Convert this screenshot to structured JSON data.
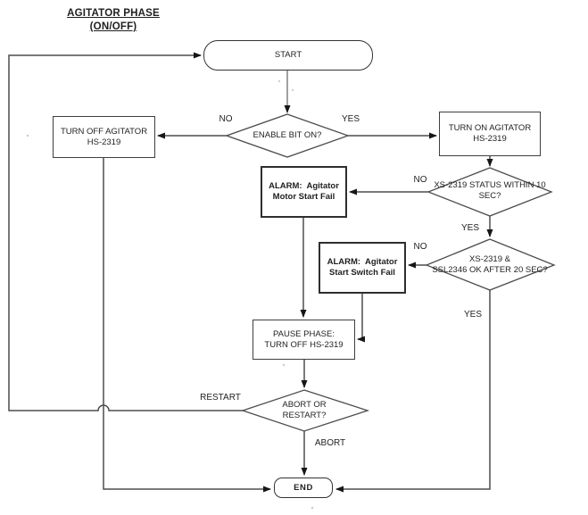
{
  "title": {
    "line1": "AGITATOR PHASE",
    "line2": "(ON/OFF)"
  },
  "nodes": {
    "start": {
      "label": "START"
    },
    "turn_off_agitator": {
      "line1": "TURN OFF AGITATOR",
      "line2": "HS-2319"
    },
    "turn_on_agitator": {
      "line1": "TURN ON AGITATOR",
      "line2": "HS-2319"
    },
    "enable_decision": {
      "label": "ENABLE BIT ON?"
    },
    "status_decision": {
      "line1": "XS-2319 STATUS WITHIN 10",
      "line2": "SEC?"
    },
    "ok_decision": {
      "line1": "XS-2319 &",
      "line2": "SSL2346 OK AFTER 20 SEC?"
    },
    "alarm_motor": {
      "line1": "ALARM:  Agitator",
      "line2": "Motor Start Fail"
    },
    "alarm_switch": {
      "line1": "ALARM:  Agitator",
      "line2": "Start Switch Fail"
    },
    "pause_phase": {
      "line1": "PAUSE PHASE:",
      "line2": "TURN OFF HS-2319"
    },
    "abort_decision": {
      "line1": "ABORT OR",
      "line2": "RESTART?"
    },
    "end": {
      "label": "END"
    }
  },
  "edge_labels": {
    "enable_no": "NO",
    "enable_yes": "YES",
    "status_no": "NO",
    "status_yes": "YES",
    "ok_no": "NO",
    "ok_yes": "YES",
    "restart": "RESTART",
    "abort": "ABORT"
  },
  "colors": {
    "connector": "#4d4d4d",
    "connector_light": "#808080",
    "arrowhead": "#161616",
    "box_border": "#3f3f3f",
    "text": "#1f1f1f",
    "background": "#ffffff"
  }
}
